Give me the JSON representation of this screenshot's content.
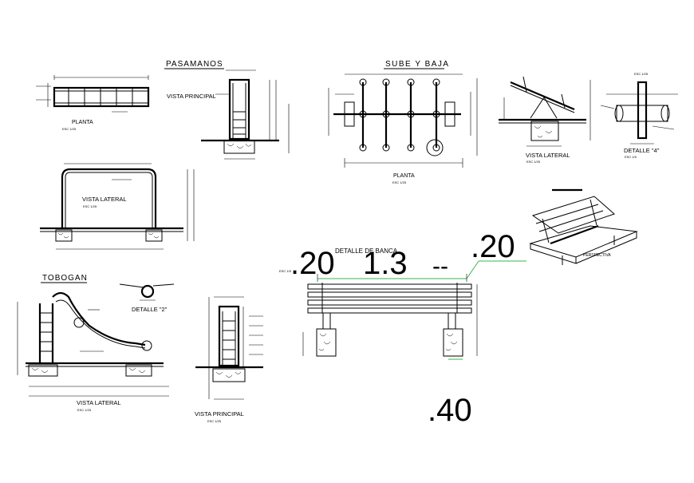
{
  "titles": {
    "pasamanos": "PASAMANOS",
    "sube_baja": "SUBE Y BAJA",
    "tobogan": "TOBOGAN"
  },
  "pasamanos": {
    "planta": "PLANTA",
    "planta_scale": "ESC 1/25",
    "vista_principal": "VISTA PRINCIPAL",
    "vista_lateral": "VISTA LATERAL",
    "vista_lateral_scale": "ESC 1/25"
  },
  "sube_baja": {
    "planta": "PLANTA",
    "planta_scale": "ESC 1/25",
    "vista_lateral": "VISTA LATERAL",
    "vista_lateral_scale": "ESC 1/25",
    "detalle": "DETALLE \"4\"",
    "detalle_scale": "ESC 1/5",
    "detalle_top_scale": "ESC 1/25"
  },
  "tobogan": {
    "detalle": "DETALLE \"2\"",
    "vista_lateral": "VISTA LATERAL",
    "vista_lateral_scale": "ESC 1/25",
    "vista_principal": "VISTA PRINCIPAL",
    "vista_principal_scale": "ESC 1/25"
  },
  "banca": {
    "detalle": "DETALLE DE BANCA",
    "scale": "ESC 1/5",
    "dim_left": ".20",
    "dim_mid": "1.3",
    "dim_dash": "--",
    "dim_right": ".20",
    "dim_bottom": ".40",
    "perspectiva": "PERSPECTIVA"
  }
}
